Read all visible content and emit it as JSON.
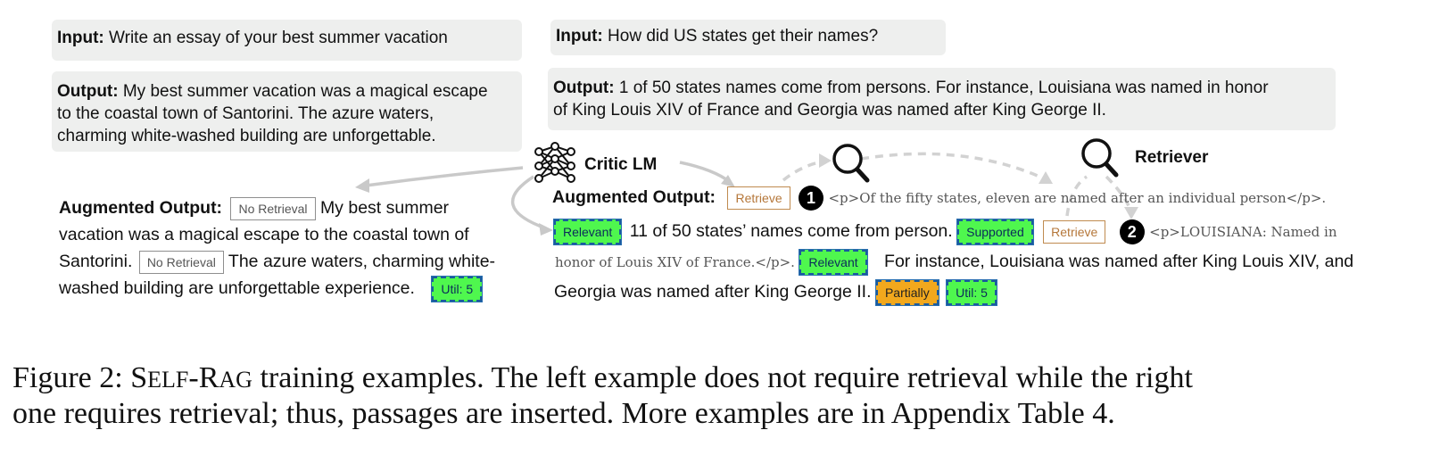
{
  "left": {
    "input_label": "Input:",
    "input_text": "Write an essay of your best summer vacation",
    "output_label": "Output:",
    "output_lines": [
      "My best summer vacation was a magical escape",
      "to the coastal town of Santorini. The azure waters,",
      "charming white-washed building are unforgettable."
    ],
    "aug_label": "Augmented Output:",
    "tag_no_retrieval": "No Retrieval",
    "aug_line1_text": "My best summer",
    "aug_line2": "vacation was a magical escape to the coastal town of",
    "aug_line3_a": "Santorini.",
    "aug_line3_b": "The azure waters, charming white-",
    "aug_line4": "washed building are unforgettable experience.",
    "tag_util": "Util: 5"
  },
  "right": {
    "input_label": "Input:",
    "input_text": "How did US states get their names?",
    "output_label": "Output:",
    "output_lines": [
      "1 of 50 states names come from persons. For instance, Louisiana was named in honor",
      "of King Louis XIV of France and Georgia was named after King George II."
    ],
    "critic_label": "Critic LM",
    "retriever_label": "Retriever",
    "aug_label": "Augmented Output:",
    "tag_retrieve": "Retrieve",
    "num1": "1",
    "num2": "2",
    "passage1": "<p>Of the fifty states, eleven are named after an individual person</p>.",
    "tag_relevant": "Relevant",
    "line2_text": "11 of 50 states’ names come from person.",
    "tag_supported": "Supported",
    "passage2_a": "<p>LOUISIANA: Named in",
    "passage2_b": "honor of Louis XIV of France.</p>.",
    "line3_text": "For instance, Louisiana was named after King Louis XIV, and",
    "line4_text": "Georgia was named after King George II.",
    "tag_partially": "Partially",
    "tag_util": "Util: 5"
  },
  "caption": {
    "line1_prefix": "Figure 2: ",
    "selfrag_parts": [
      "S",
      "ELF",
      "-R",
      "AG"
    ],
    "line1_suffix": " training examples. The left example does not require retrieval while the right",
    "line2": "one requires retrieval; thus, passages are inserted. More examples are in Appendix Table 4."
  }
}
